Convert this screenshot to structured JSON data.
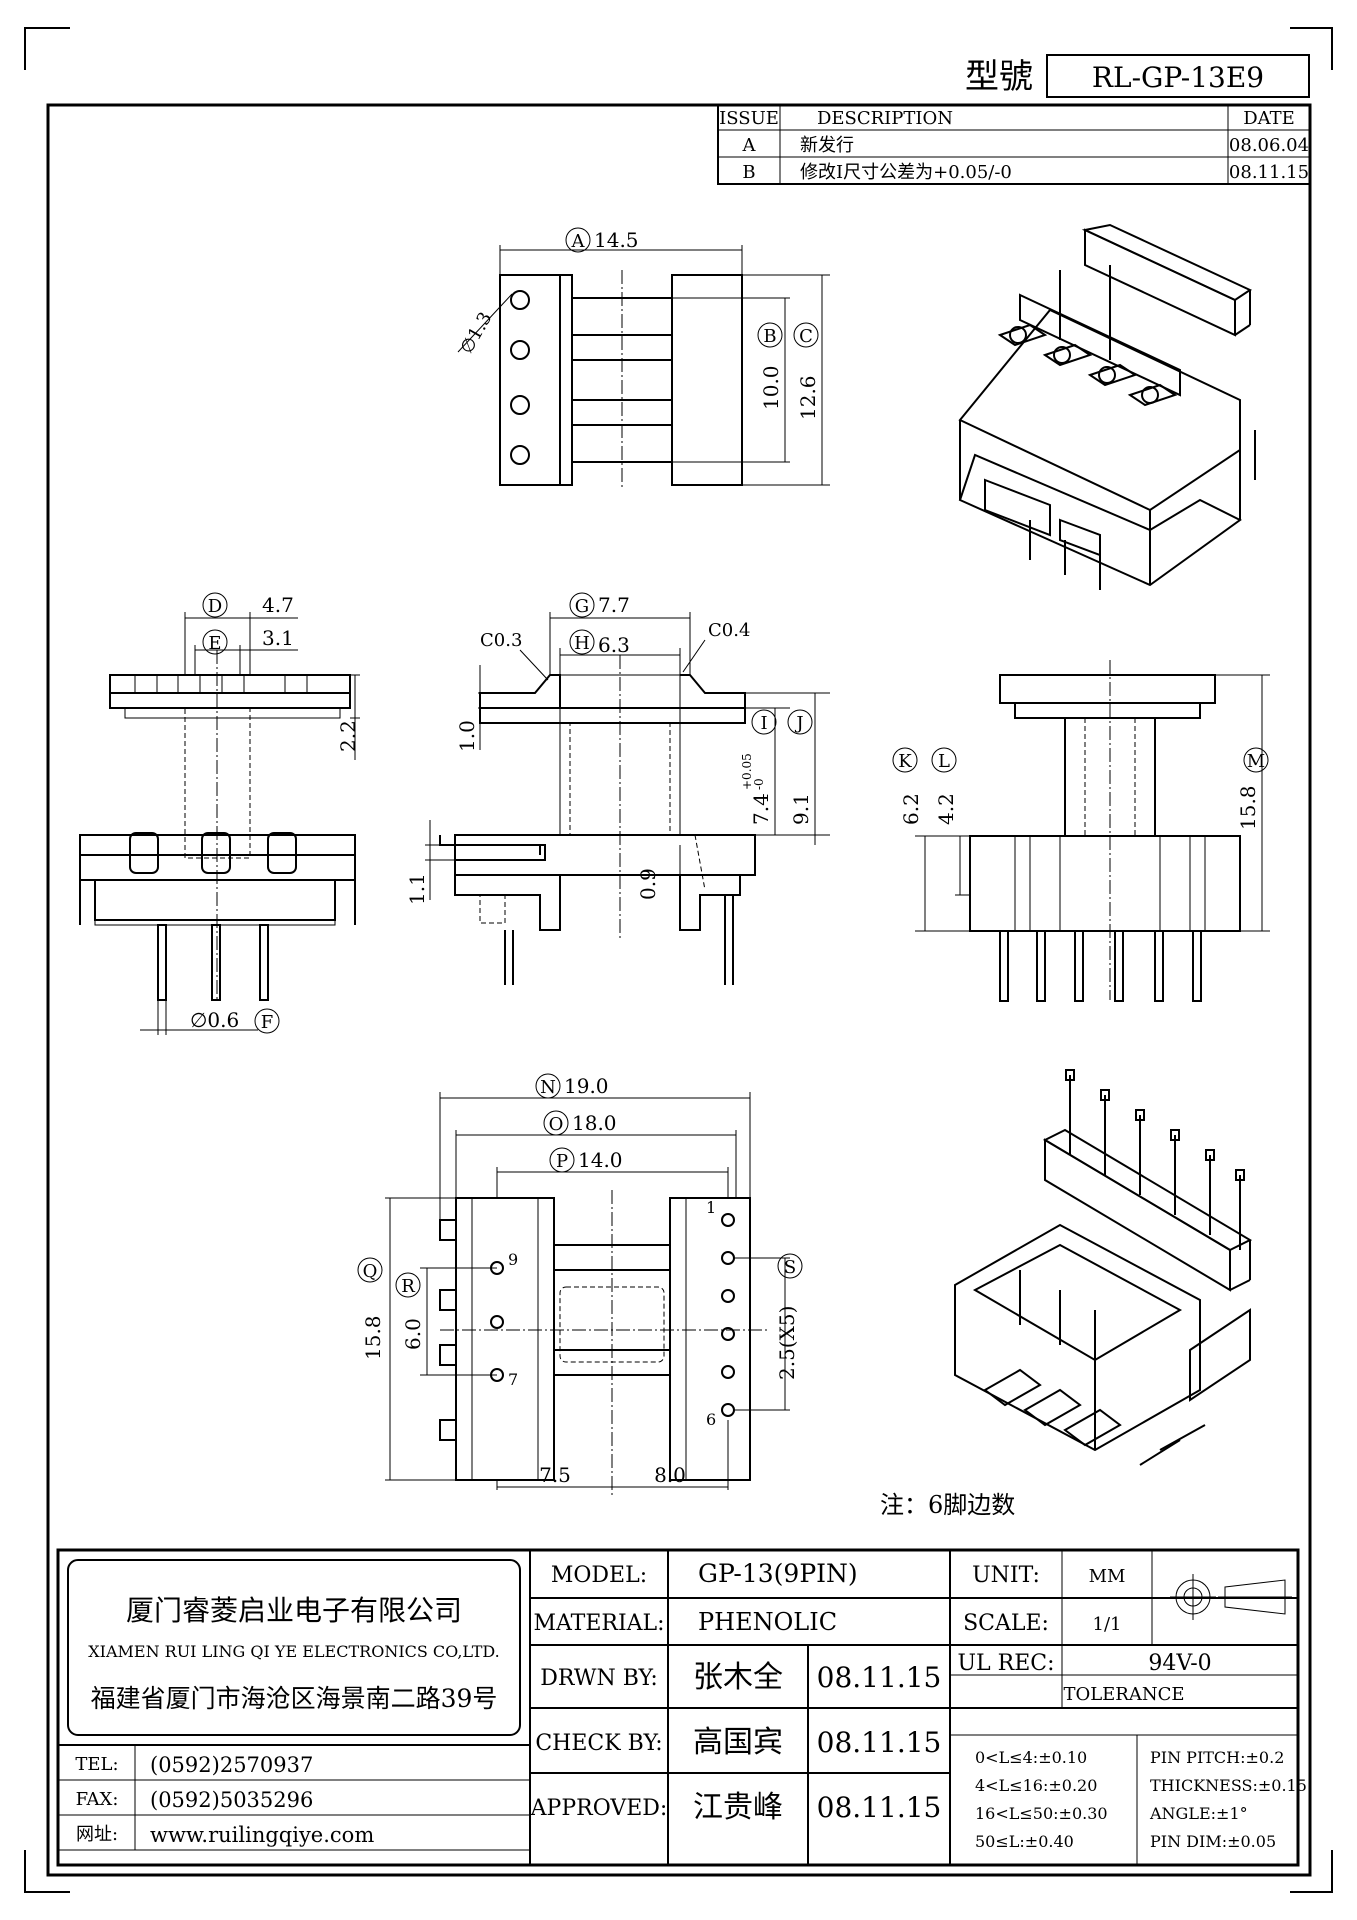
{
  "model_number": {
    "label": "型號",
    "value": "RL-GP-13E9"
  },
  "revision_table": {
    "headers": [
      "ISSUE",
      "DESCRIPTION",
      "DATE"
    ],
    "rows": [
      {
        "issue": "A",
        "description": "新发行",
        "date": "08.06.04"
      },
      {
        "issue": "B",
        "description": "修改I尺寸公差为+0.05/-0",
        "date": "08.11.15"
      }
    ]
  },
  "dimensions": {
    "A": "14.5",
    "B": "10.0",
    "C": "12.6",
    "D": "4.7",
    "E": "3.1",
    "F": "∅0.6",
    "G": "7.7",
    "H": "6.3",
    "I": "7.4",
    "I_tol_upper": "+0.05",
    "I_tol_lower": "-0",
    "J": "9.1",
    "K": "6.2",
    "L": "4.2",
    "M": "15.8",
    "N": "19.0",
    "O": "18.0",
    "P": "14.0",
    "Q": "15.8",
    "R": "6.0",
    "S": "2.5(X5)",
    "pin_hole": "∅1.3",
    "d22": "2.2",
    "d10": "1.0",
    "d11": "1.1",
    "d09": "0.9",
    "c03": "C0.3",
    "c04": "C0.4",
    "d75": "7.5",
    "d80": "8.0"
  },
  "pin_numbers": [
    "1",
    "6",
    "7",
    "9"
  ],
  "note": "注：6脚边数",
  "title_block": {
    "company_cn": "厦门睿菱启业电子有限公司",
    "company_en": "XIAMEN RUI LING QI YE ELECTRONICS CO,LTD.",
    "address": "福建省厦门市海沧区海景南二路39号",
    "tel_label": "TEL:",
    "tel": "(0592)2570937",
    "fax_label": "FAX:",
    "fax": "(0592)5035296",
    "web_label": "网址:",
    "web": "www.ruilingqiye.com",
    "model_label": "MODEL:",
    "model": "GP-13(9PIN)",
    "material_label": "MATERIAL:",
    "material": "PHENOLIC",
    "drawn_label": "DRWN BY:",
    "drawn_by": "张木全",
    "drawn_date": "08.11.15",
    "check_label": "CHECK BY:",
    "check_by": "高国宾",
    "check_date": "08.11.15",
    "approved_label": "APPROVED:",
    "approved_by": "江贵峰",
    "approved_date": "08.11.15",
    "unit_label": "UNIT:",
    "unit": "MM",
    "scale_label": "SCALE:",
    "scale": "1/1",
    "ul_label": "UL REC:",
    "ul": "94V-0",
    "tolerance_title": "TOLERANCE",
    "tolerances": [
      "0<L≤4:±0.10",
      "4<L≤16:±0.20",
      "16<L≤50:±0.30",
      "50≤L:±0.40"
    ],
    "specs": [
      "PIN PITCH:±0.2",
      "THICKNESS:±0.15",
      "ANGLE:±1°",
      "PIN DIM:±0.05"
    ]
  }
}
